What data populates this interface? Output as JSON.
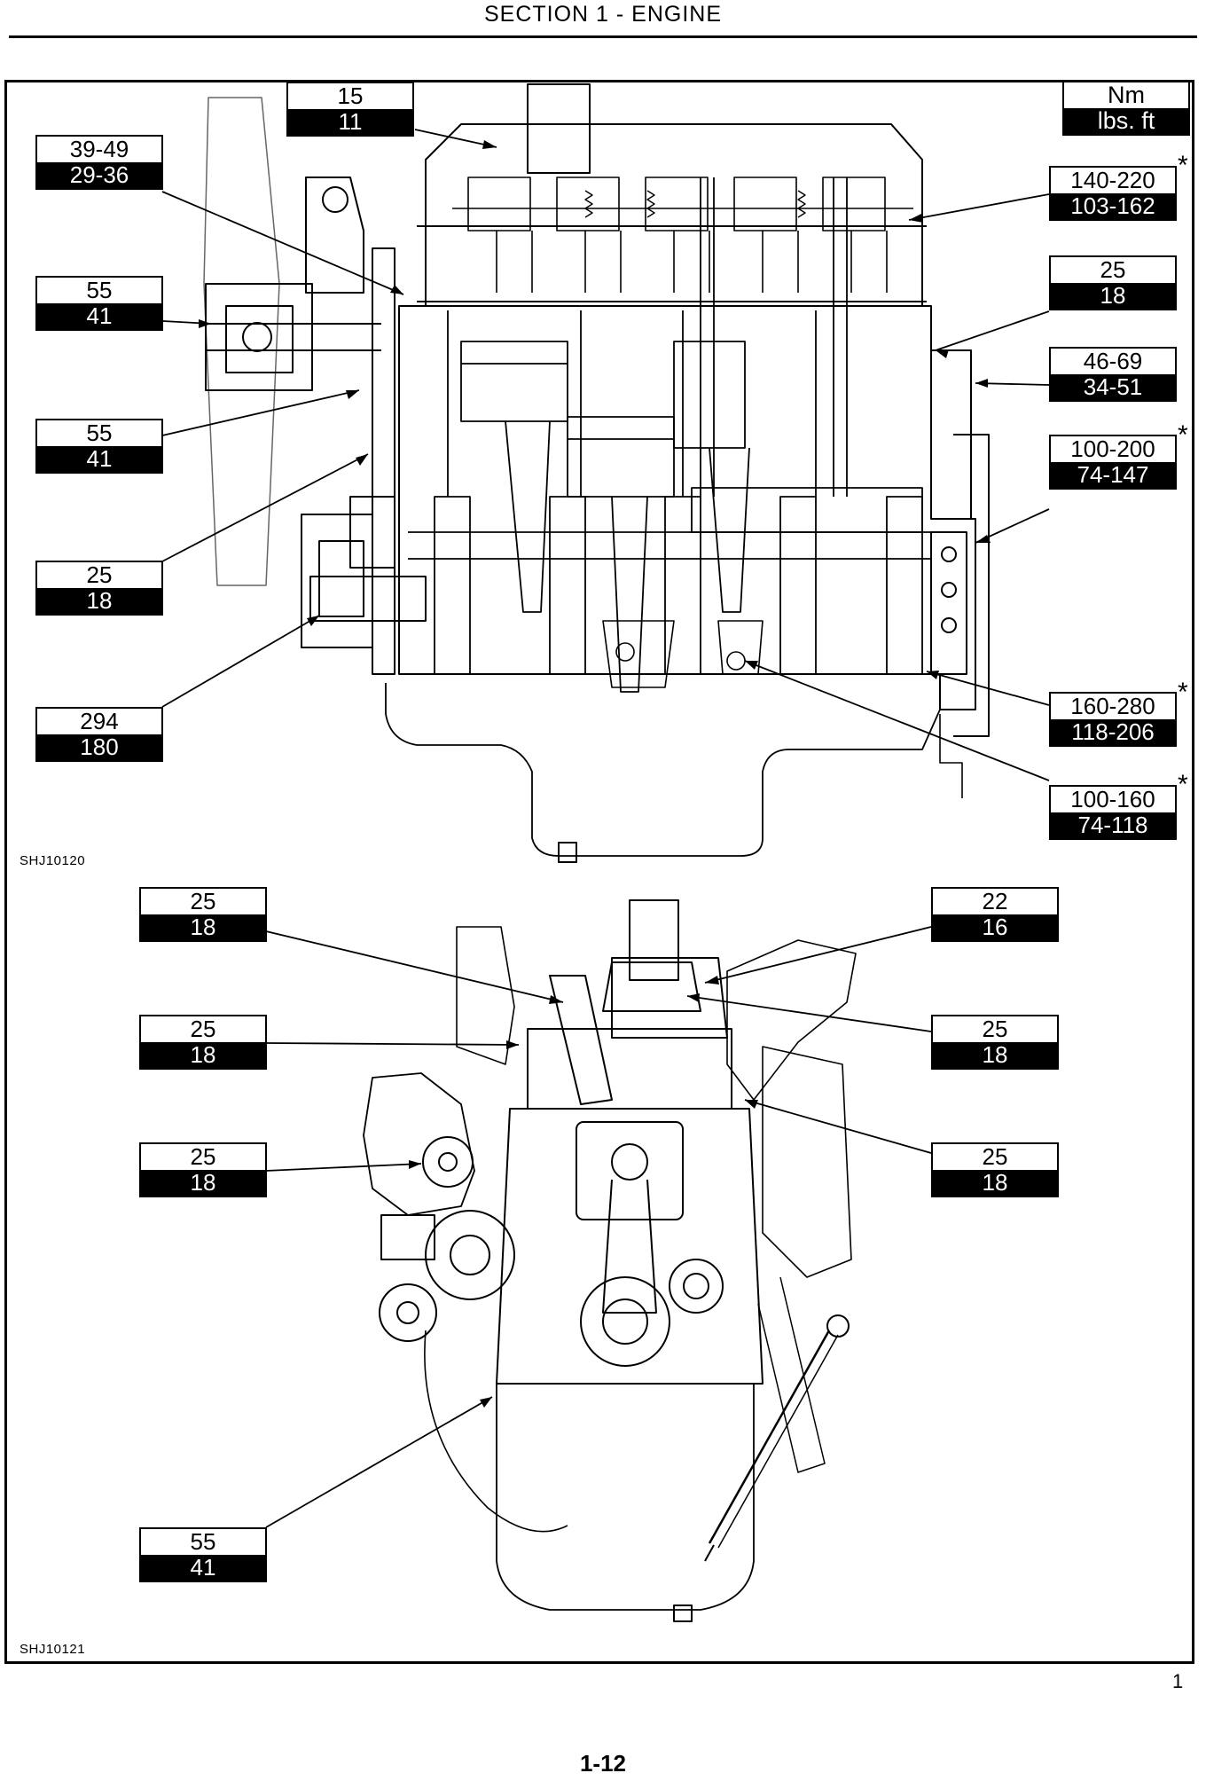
{
  "header": {
    "section_title": "SECTION 1 - ENGINE"
  },
  "legend": {
    "top_unit": "Nm",
    "bottom_unit": "lbs. ft"
  },
  "figure1": {
    "id": "SHJ10120",
    "callouts": [
      {
        "nm": "15",
        "lbft": "11",
        "star": ""
      },
      {
        "nm": "39-49",
        "lbft": "29-36",
        "star": ""
      },
      {
        "nm": "55",
        "lbft": "41",
        "star": ""
      },
      {
        "nm": "55",
        "lbft": "41",
        "star": ""
      },
      {
        "nm": "25",
        "lbft": "18",
        "star": ""
      },
      {
        "nm": "294",
        "lbft": "180",
        "star": ""
      },
      {
        "nm": "140-220",
        "lbft": "103-162",
        "star": "*"
      },
      {
        "nm": "25",
        "lbft": "18",
        "star": ""
      },
      {
        "nm": "46-69",
        "lbft": "34-51",
        "star": ""
      },
      {
        "nm": "100-200",
        "lbft": "74-147",
        "star": "*"
      },
      {
        "nm": "160-280",
        "lbft": "118-206",
        "star": "*"
      },
      {
        "nm": "100-160",
        "lbft": "74-118",
        "star": "*"
      }
    ]
  },
  "figure2": {
    "id": "SHJ10121",
    "callouts": [
      {
        "nm": "25",
        "lbft": "18"
      },
      {
        "nm": "25",
        "lbft": "18"
      },
      {
        "nm": "25",
        "lbft": "18"
      },
      {
        "nm": "55",
        "lbft": "41"
      },
      {
        "nm": "22",
        "lbft": "16"
      },
      {
        "nm": "25",
        "lbft": "18"
      },
      {
        "nm": "25",
        "lbft": "18"
      }
    ]
  },
  "footer": {
    "figure_number": "1",
    "page_number": "1-12"
  }
}
